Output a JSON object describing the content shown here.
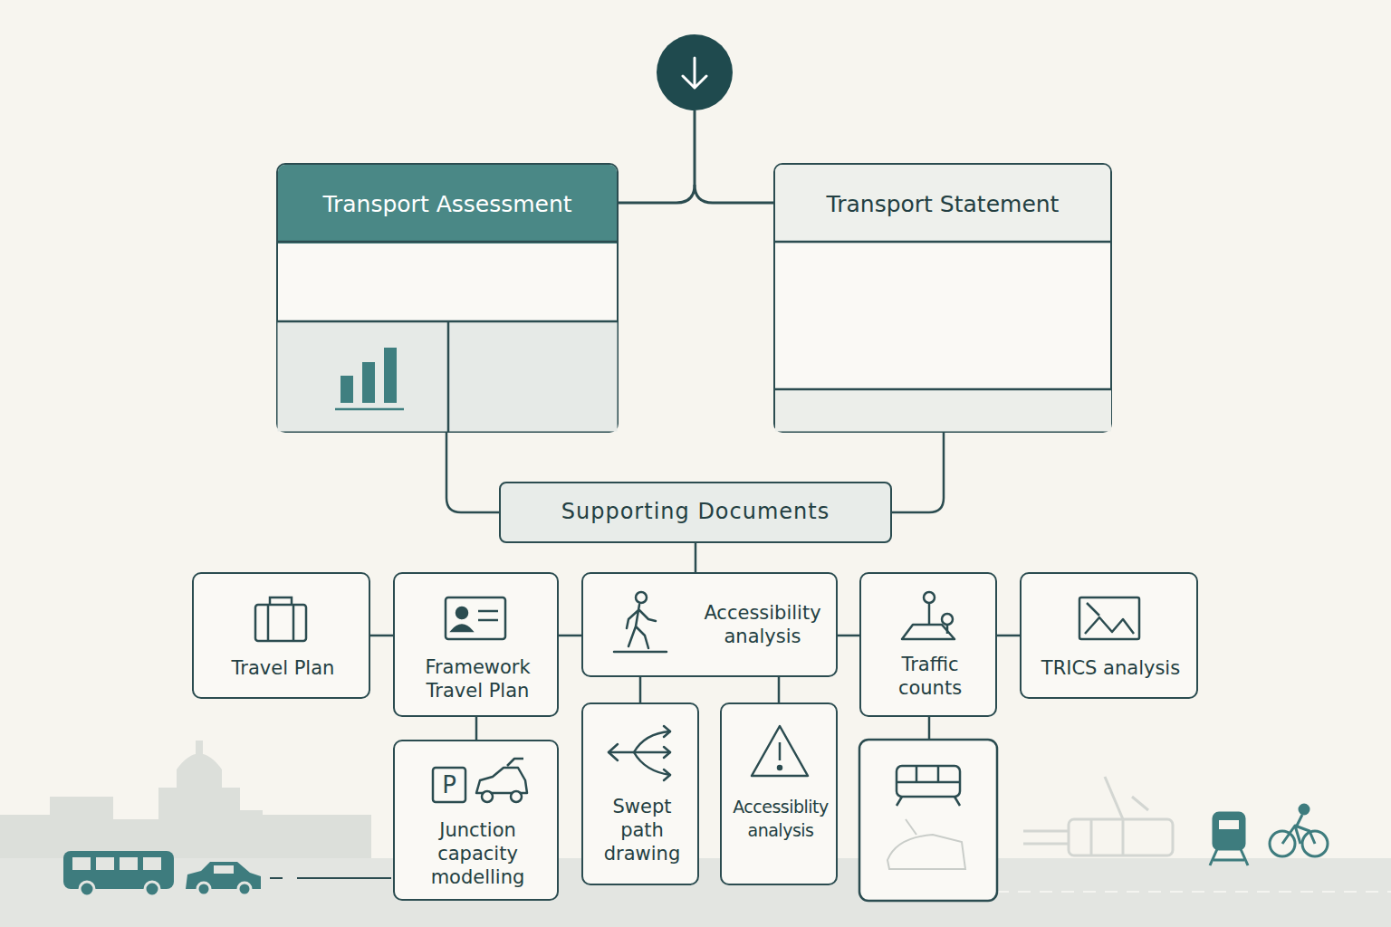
{
  "diagram": {
    "nodes": [
      {
        "text": [
          "Transport Assessment"
        ]
      },
      {
        "text": [
          "Transport Statement"
        ]
      },
      {
        "text": [
          "Supporting Documents"
        ]
      },
      {
        "text": [
          "Travel Plan"
        ]
      },
      {
        "text": [
          "Framework Travel Plan"
        ]
      },
      {
        "text": [
          "Accessibility analysis"
        ]
      },
      {
        "text": [
          "Traffic counts"
        ]
      },
      {
        "text": [
          "TRICS analysis"
        ]
      },
      {
        "text": [
          "Junction capacity modelling"
        ]
      },
      {
        "text": [
          "Swept path drawing"
        ]
      },
      {
        "text": [
          "Accessiblity analysis"
        ]
      }
    ],
    "edges": [
      {
        "from": 0,
        "to": 2,
        "arrow": "none"
      },
      {
        "from": 1,
        "to": 2,
        "arrow": "none"
      },
      {
        "from": 2,
        "to": 5,
        "arrow": "none"
      },
      {
        "from": 3,
        "to": 4,
        "arrow": "none"
      },
      {
        "from": 4,
        "to": 5,
        "arrow": "none"
      },
      {
        "from": 5,
        "to": 6,
        "arrow": "none"
      },
      {
        "from": 6,
        "to": 7,
        "arrow": "none"
      },
      {
        "from": 4,
        "to": 8,
        "arrow": "none"
      },
      {
        "from": 5,
        "to": 9,
        "arrow": "none"
      },
      {
        "from": 5,
        "to": 10,
        "arrow": "none"
      }
    ],
    "labels": [
      "P"
    ]
  }
}
